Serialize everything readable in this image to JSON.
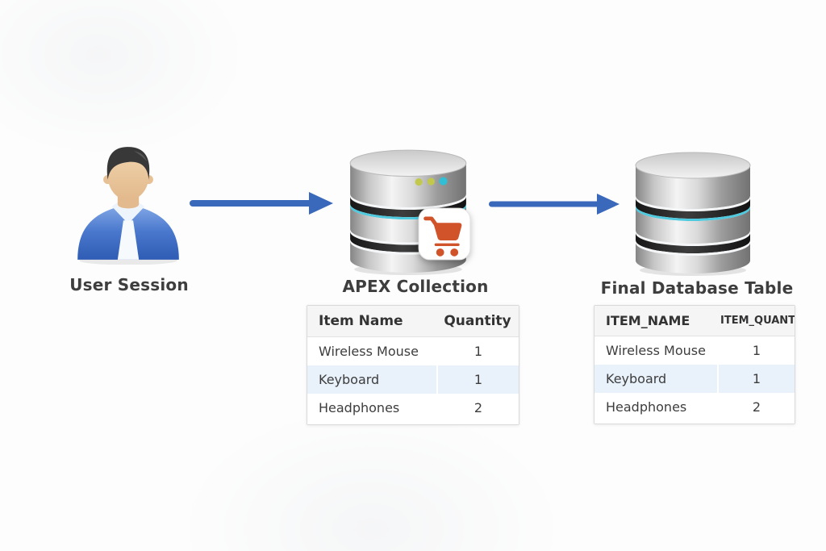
{
  "labels": {
    "user": "User Session",
    "apex": "APEX Collection",
    "final": "Final Database Table"
  },
  "tables": {
    "apex": {
      "headers": {
        "name": "Item Name",
        "qty": "Quantity"
      },
      "rows": [
        {
          "name": "Wireless Mouse",
          "qty": "1"
        },
        {
          "name": "Keyboard",
          "qty": "1"
        },
        {
          "name": "Headphones",
          "qty": "2"
        }
      ],
      "highlighted_row": "Keyboard"
    },
    "final": {
      "headers": {
        "name": "ITEM_NAME",
        "qty": "ITEM_QUANTITY"
      },
      "rows": [
        {
          "name": "Wireless Mouse",
          "qty": "1"
        },
        {
          "name": "Keyboard",
          "qty": "1"
        },
        {
          "name": "Headphones",
          "qty": "2"
        }
      ],
      "highlighted_row": "Keyboard"
    }
  },
  "icons": {
    "user": "user-avatar-icon",
    "apex_db": "database-icon",
    "apex_cart": "shopping-cart-icon",
    "final_db": "database-icon",
    "flow": "arrow-right-icon"
  },
  "colors": {
    "arrow_blue": "#3a68ba",
    "label_text": "#3e3e3e",
    "row_highlight": "#e9f1fb",
    "header_bg": "#f5f5f6",
    "cart_orange": "#d0532a",
    "db_stripe_cyan": "#4ec9de",
    "dot_green": "#c1c84c",
    "dot_cyan": "#30bfd4"
  }
}
